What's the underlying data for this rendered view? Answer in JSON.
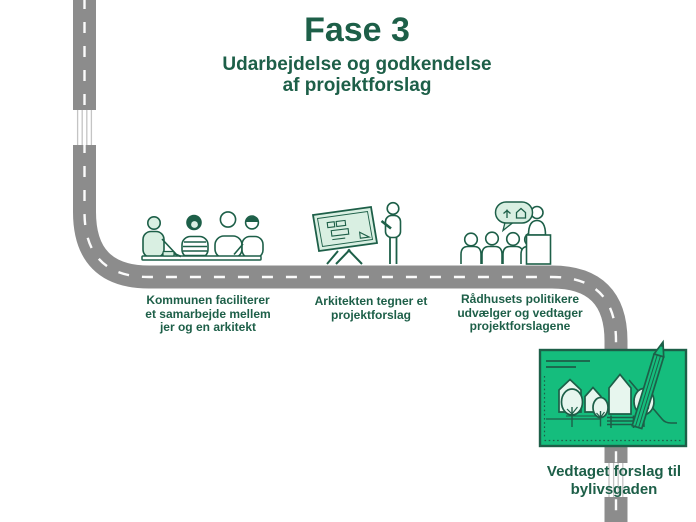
{
  "header": {
    "title": "Fase 3",
    "subtitle_line1": "Udarbejdelse og godkendelse",
    "subtitle_line2": "af projektforslag"
  },
  "steps": [
    {
      "caption": [
        "Kommunen faciliterer",
        "et samarbejde mellem",
        "jer og en arkitekt"
      ],
      "illustration": "meeting-table-with-citizens-and-architect"
    },
    {
      "caption": [
        "Arkitekten tegner et",
        "projektforslag"
      ],
      "illustration": "architect-at-drawing-board"
    },
    {
      "caption": [
        "Rådhusets politikere",
        "udvælger og vedtager",
        "projektforslagene"
      ],
      "illustration": "council-audience-podium-speech-bubble"
    }
  ],
  "result": {
    "caption": [
      "Vedtaget forslag til",
      "bylivsgaden"
    ],
    "illustration": "approved-street-plan-sign-with-pencil"
  },
  "road": {
    "illustration": "winding-road-with-dashed-centerline-and-zebra-crossings"
  },
  "colors": {
    "dark_green": "#1d5f48",
    "emerald_green": "#15bd7d",
    "pale_green": "#d9efe2",
    "sign_detail_pale": "#e7f6ee",
    "road_gray": "#8c8c8c",
    "dash_white": "#fbfbfb",
    "crosswalk_gap_gray": "#c4c4c4"
  }
}
